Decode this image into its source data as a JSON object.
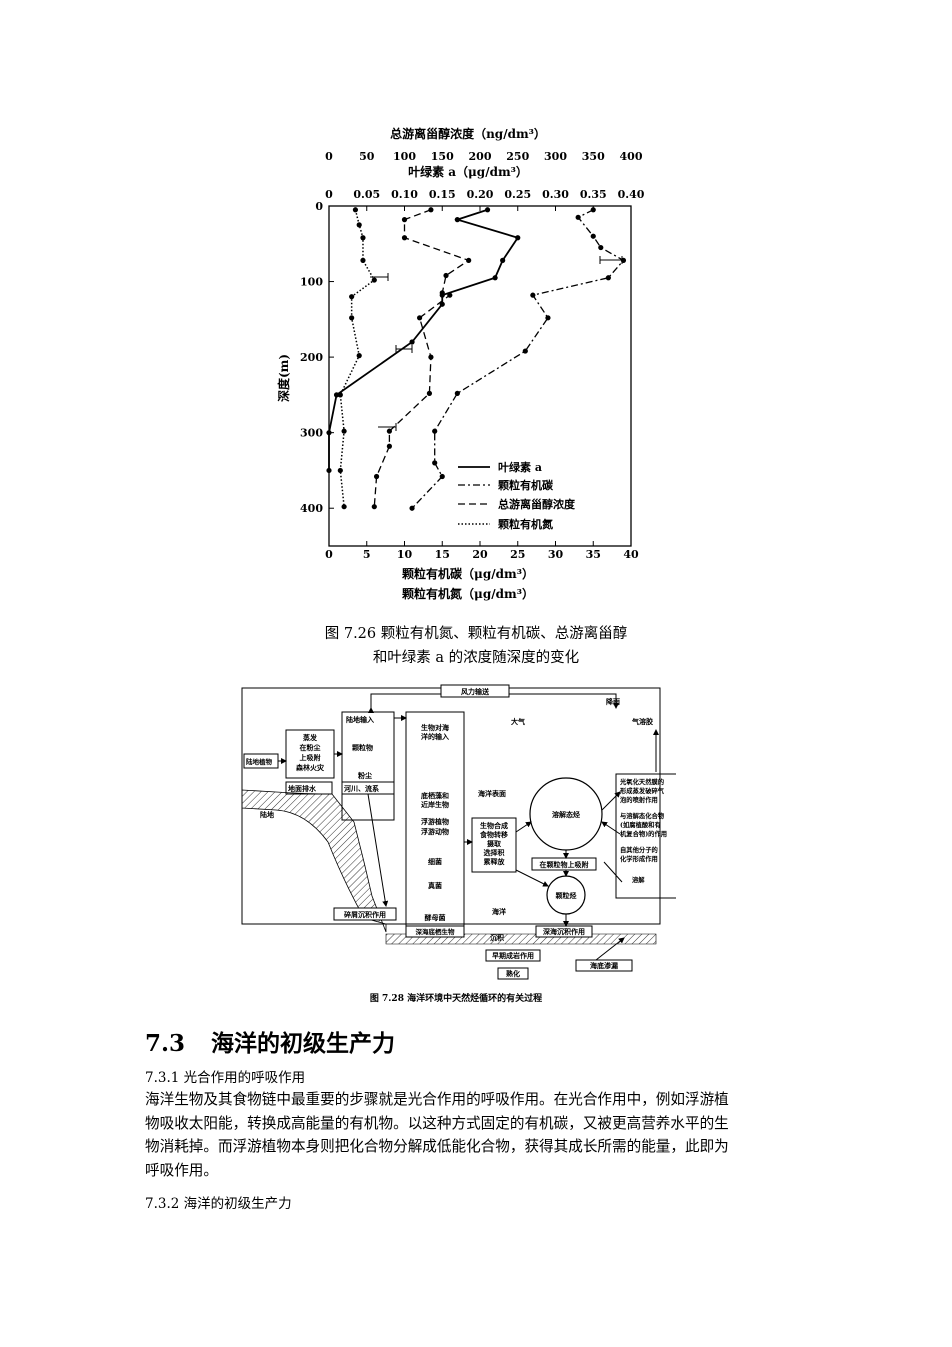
{
  "figure1": {
    "caption_line1": "图 7.26 颗粒有机氮、颗粒有机碳、总游离甾醇",
    "caption_line2": "和叶绿素 a 的浓度随深度的变化",
    "top_axis1": {
      "title": "总游离甾醇浓度（ng/dm³）",
      "ticks": [
        "0",
        "50",
        "100",
        "150",
        "200",
        "250",
        "300",
        "350",
        "400"
      ]
    },
    "top_axis2": {
      "title": "叶绿素 a（μg/dm³）",
      "ticks": [
        "0",
        "0.05",
        "0.10",
        "0.15",
        "0.20",
        "0.25",
        "0.30",
        "0.35",
        "0.40"
      ]
    },
    "bottom_axis": {
      "title_line1": "颗粒有机碳（μg/dm³）",
      "title_line2": "颗粒有机氮（μg/dm³）",
      "ticks": [
        "0",
        "5",
        "10",
        "15",
        "20",
        "25",
        "30",
        "35",
        "40"
      ]
    },
    "left_axis": {
      "title": "深度(m)",
      "ticks": [
        "0",
        "100",
        "200",
        "300",
        "400"
      ]
    },
    "legend": [
      "叶绿素 a",
      "颗粒有机碳",
      "总游离甾醇浓度",
      "颗粒有机氮"
    ]
  },
  "chart_data": {
    "type": "line",
    "ylabel": "深度(m)",
    "ylim": [
      0,
      450
    ],
    "y_inverted": true,
    "grid": false,
    "legend_position": "bottom-right",
    "axes": {
      "top1": {
        "label": "总游离甾醇浓度（ng/dm³）",
        "range": [
          0,
          400
        ]
      },
      "top2": {
        "label": "叶绿素 a（μg/dm³）",
        "range": [
          0,
          0.4
        ]
      },
      "bottom": {
        "label": "颗粒有机碳（μg/dm³） / 颗粒有机氮（μg/dm³）",
        "range": [
          0,
          40
        ]
      }
    },
    "series": [
      {
        "name": "叶绿素 a",
        "axis": "top2",
        "style": "solid",
        "points": [
          [
            0.21,
            5
          ],
          [
            0.17,
            18
          ],
          [
            0.25,
            42
          ],
          [
            0.23,
            72
          ],
          [
            0.22,
            95
          ],
          [
            0.15,
            118
          ],
          [
            0.15,
            130
          ],
          [
            0.11,
            180
          ],
          [
            0.01,
            250
          ],
          [
            0.0,
            300
          ],
          [
            0.0,
            350
          ]
        ]
      },
      {
        "name": "颗粒有机碳",
        "axis": "bottom",
        "style": "dashdot",
        "points": [
          [
            35,
            5
          ],
          [
            33,
            15
          ],
          [
            35,
            40
          ],
          [
            36,
            55
          ],
          [
            39,
            72
          ],
          [
            37,
            95
          ],
          [
            27,
            118
          ],
          [
            29,
            148
          ],
          [
            26,
            192
          ],
          [
            17,
            248
          ],
          [
            14,
            298
          ],
          [
            14,
            340
          ],
          [
            15,
            358
          ],
          [
            11,
            400
          ]
        ]
      },
      {
        "name": "总游离甾醇浓度",
        "axis": "top1",
        "style": "dashed",
        "points": [
          [
            135,
            5
          ],
          [
            100,
            18
          ],
          [
            100,
            42
          ],
          [
            185,
            72
          ],
          [
            155,
            92
          ],
          [
            150,
            115
          ],
          [
            160,
            118
          ],
          [
            120,
            148
          ],
          [
            135,
            200
          ],
          [
            133,
            248
          ],
          [
            80,
            298
          ],
          [
            80,
            318
          ],
          [
            63,
            358
          ],
          [
            60,
            398
          ]
        ]
      },
      {
        "name": "颗粒有机氮",
        "axis": "bottom",
        "style": "dotted",
        "points": [
          [
            3.5,
            5
          ],
          [
            4,
            25
          ],
          [
            4.5,
            42
          ],
          [
            4.5,
            72
          ],
          [
            6,
            98
          ],
          [
            3,
            120
          ],
          [
            3,
            148
          ],
          [
            4,
            198
          ],
          [
            1.5,
            250
          ],
          [
            2,
            298
          ],
          [
            1.5,
            350
          ],
          [
            2,
            398
          ]
        ]
      }
    ]
  },
  "figure2": {
    "caption": "图 7.28  海洋环境中天然烃循环的有关过程",
    "labels": {
      "wind": "风力输送",
      "rain": "降雨",
      "atmosphere": "大气",
      "aerosol": "气溶胶",
      "land_input": "陆地输入",
      "particles": "颗粒物",
      "dust": "粉尘",
      "bio_input_1": "生物对海",
      "bio_input_2": "洋的输入",
      "evap_1": "蒸发",
      "evap_2": "在粉尘",
      "evap_3": "上吸附",
      "evap_4": "森林火灾",
      "land_plants": "陆地植物",
      "surface_runoff": "地面排水",
      "rivers": "河川、流系",
      "land": "陆地",
      "benthic_1": "底栖藻和",
      "benthic_2": "近岸生物",
      "plankton_plants": "浮游植物",
      "plankton_animals": "浮游动物",
      "bacteria": "细菌",
      "fungi": "真菌",
      "yeast": "酵母菌",
      "deep_benthic": "深海底栖生物",
      "sea_surface": "海洋表面",
      "dissolved_hc": "溶解态烃",
      "bio_process_1": "生物合成",
      "bio_process_2": "食物转移",
      "bio_process_3": "摄取",
      "bio_process_4": "选择积",
      "bio_process_5": "累释放",
      "adsorb_particles": "在颗粒物上吸附",
      "particulate_hc": "颗粒烃",
      "ocean": "海洋",
      "detritus": "碎屑沉积作用",
      "sedimentation": "沉积",
      "deep_sediment": "深海沉积作用",
      "early_diagenesis": "早期成岩作用",
      "maturation": "熟化",
      "seabed_seepage": "海底渗漏",
      "photo_1": "光氧化天然膜的",
      "photo_2": "形成蒸发破碎气",
      "photo_3": "泡的喷射作用",
      "photo_4": "与溶解态化合物",
      "photo_5": "(如腐植酸和有",
      "photo_6": "机复合物)的作用",
      "photo_7": "自其他分子的",
      "photo_8": "化学形成作用",
      "dissolution": "溶解"
    }
  },
  "section": {
    "number": "7.3",
    "title": "海洋的初级生产力",
    "sub1": "7.3.1 光合作用的呼吸作用",
    "para_lines": [
      "海洋生物及其食物链中最重要的步骤就是光合作用的呼吸作用。在光合作用中，例如浮游植",
      "物吸收太阳能，转换成高能量的有机物。以这种方式固定的有机碳，又被更高营养水平的生",
      "物消耗掉。而浮游植物本身则把化合物分解成低能化合物，获得其成长所需的能量，此即为",
      "呼吸作用。"
    ],
    "sub2": "7.3.2 海洋的初级生产力"
  }
}
